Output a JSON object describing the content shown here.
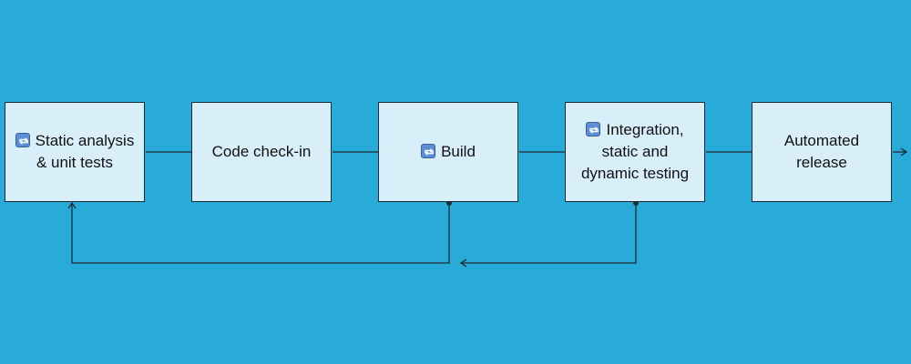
{
  "colors": {
    "background": "#29abd9",
    "box_fill": "#d8eff9",
    "line": "#1f2a33",
    "badge": "#5b8fd6"
  },
  "steps": [
    {
      "label": "Static analysis & unit tests",
      "loop_icon": true
    },
    {
      "label": "Code check-in",
      "loop_icon": false
    },
    {
      "label": "Build",
      "loop_icon": true
    },
    {
      "label": "Integration, static and dynamic testing",
      "loop_icon": true
    },
    {
      "label": "Automated release",
      "loop_icon": false
    }
  ],
  "icons": {
    "loop": "repeat-icon",
    "arrowhead": "arrowhead-icon"
  }
}
